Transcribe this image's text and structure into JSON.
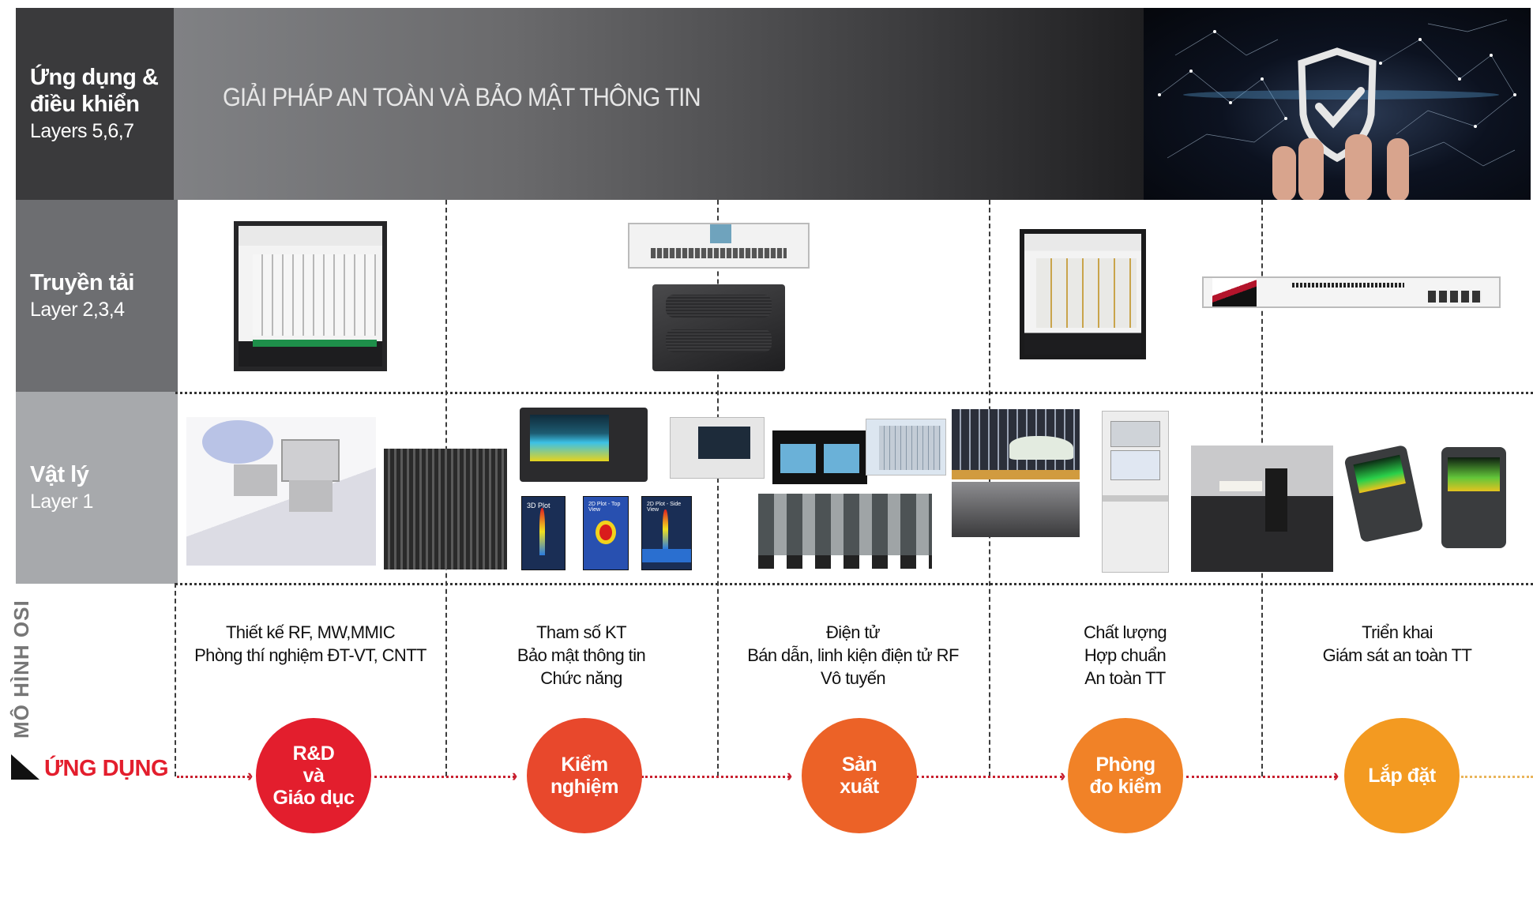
{
  "layers": [
    {
      "title": "Ứng dụng & điều khiển",
      "title_line1": "Ứng dụng &",
      "title_line2": "điều khiển",
      "subtitle": "Layers 5,6,7"
    },
    {
      "title": "Truyền tải",
      "subtitle": "Layer 2,3,4"
    },
    {
      "title": "Vật lý",
      "subtitle": "Layer 1"
    }
  ],
  "top_band": {
    "title": "GIẢI PHÁP AN TOÀN VÀ BẢO MẬT THÔNG TIN",
    "image": "shield-checkmark-network-photo"
  },
  "plots": [
    "3D Plot",
    "2D Plot - Top View",
    "2D Plot - Side View"
  ],
  "axis_labels": {
    "vertical": "MÔ HÌNH OSI",
    "horizontal": "ỨNG DỤNG"
  },
  "columns": [
    {
      "description": [
        "Thiết kế RF, MW,MMIC",
        "Phòng thí nghiệm ĐT-VT, CNTT"
      ],
      "stage": [
        "R&D",
        "và",
        "Giáo dục"
      ],
      "color": "#e31e2d"
    },
    {
      "description": [
        "Tham số KT",
        "Bảo mật thông tin",
        "Chức năng"
      ],
      "stage": [
        "Kiểm",
        "nghiệm"
      ],
      "color": "#e8482c"
    },
    {
      "description": [
        "Điện tử",
        "Bán dẫn, linh kiện điện tử RF",
        "Vô tuyến"
      ],
      "stage": [
        "Sản",
        "xuất"
      ],
      "color": "#ec6227"
    },
    {
      "description": [
        "Chất lượng",
        "Hợp chuẩn",
        "An toàn TT"
      ],
      "stage": [
        "Phòng",
        "đo kiểm"
      ],
      "color": "#f18227"
    },
    {
      "description": [
        "Triển khai",
        "Giám sát an toàn TT"
      ],
      "stage": [
        "Lắp đặt"
      ],
      "color": "#f39a21"
    }
  ],
  "colors": {
    "layer_app": "#3a3a3c",
    "layer_transport": "#6d6e71",
    "layer_physical": "#a7a9ac",
    "flow_arrow": "#c8202f",
    "flow_tail": "#e9b45a",
    "osi_label": "#777777",
    "app_label": "#e31e2d"
  }
}
